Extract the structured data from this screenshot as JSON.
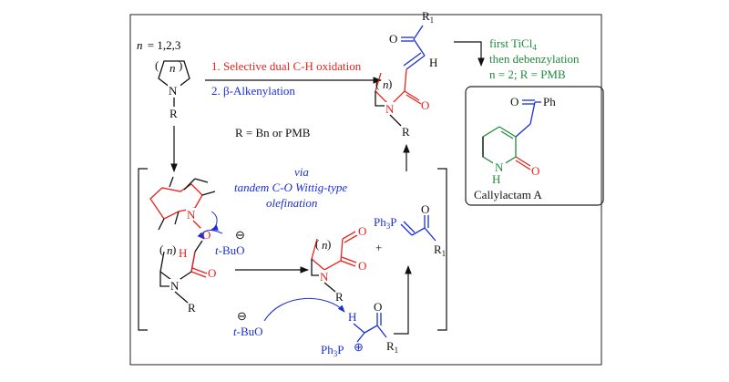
{
  "labels": {
    "n_values": "n = 1,2,3",
    "n_italic": "n",
    "R": "R",
    "N": "N",
    "step1": "1. Selective dual C-H oxidation",
    "step2": "2. β-Alkenylation",
    "r_def": "R = Bn or PMB",
    "R1": "R",
    "R1_sub": "1",
    "H": "H",
    "O": "O",
    "first_ticl4": "first TiCl",
    "ticl4_sub": "4",
    "then_debenzylation": "then debenzylation",
    "n2_pmb": "n = 2; R = PMB",
    "Ph": "Ph",
    "NH_N": "N",
    "NH_H": "H",
    "callylactam": "Callylactam A",
    "via": "via",
    "tandem": "tandem C-O Wittig-type",
    "olefination": "olefination",
    "tbuo": "t-BuO",
    "t_italic": "t",
    "minus": "⊖",
    "plus": "+",
    "ph3p": "Ph",
    "ph3p_sub": "3",
    "P": "P",
    "plus_circle": "⊕"
  },
  "colors": {
    "red": "#e8211d",
    "blue": "#1a2fd6",
    "green": "#1e8a3a",
    "black": "#111111"
  }
}
